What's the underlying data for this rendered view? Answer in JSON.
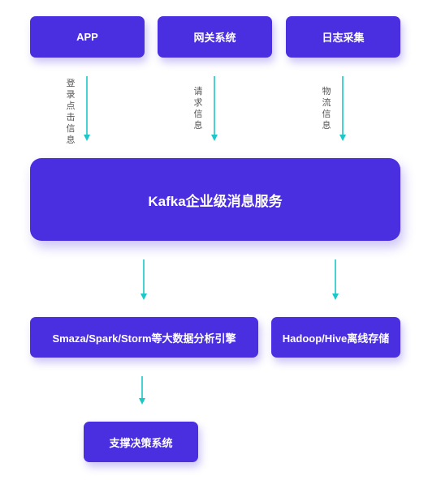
{
  "colors": {
    "box_fill": "#4a2fe0",
    "box_text": "#ffffff",
    "arrow": "#1cc7c7",
    "label_text": "#555555"
  },
  "sources": {
    "app": "APP",
    "gateway": "网关系统",
    "log_collect": "日志采集"
  },
  "edge_labels": {
    "login_click": "登录点击信息",
    "request": "请求信息",
    "logistics": "物流信息"
  },
  "hub": {
    "kafka": "Kafka企业级消息服务"
  },
  "consumers": {
    "stream_engines": "Smaza/Spark/Storm等大数据分析引擎",
    "offline_storage": "Hadoop/Hive离线存储"
  },
  "decision": {
    "label": "支撑决策系统"
  }
}
